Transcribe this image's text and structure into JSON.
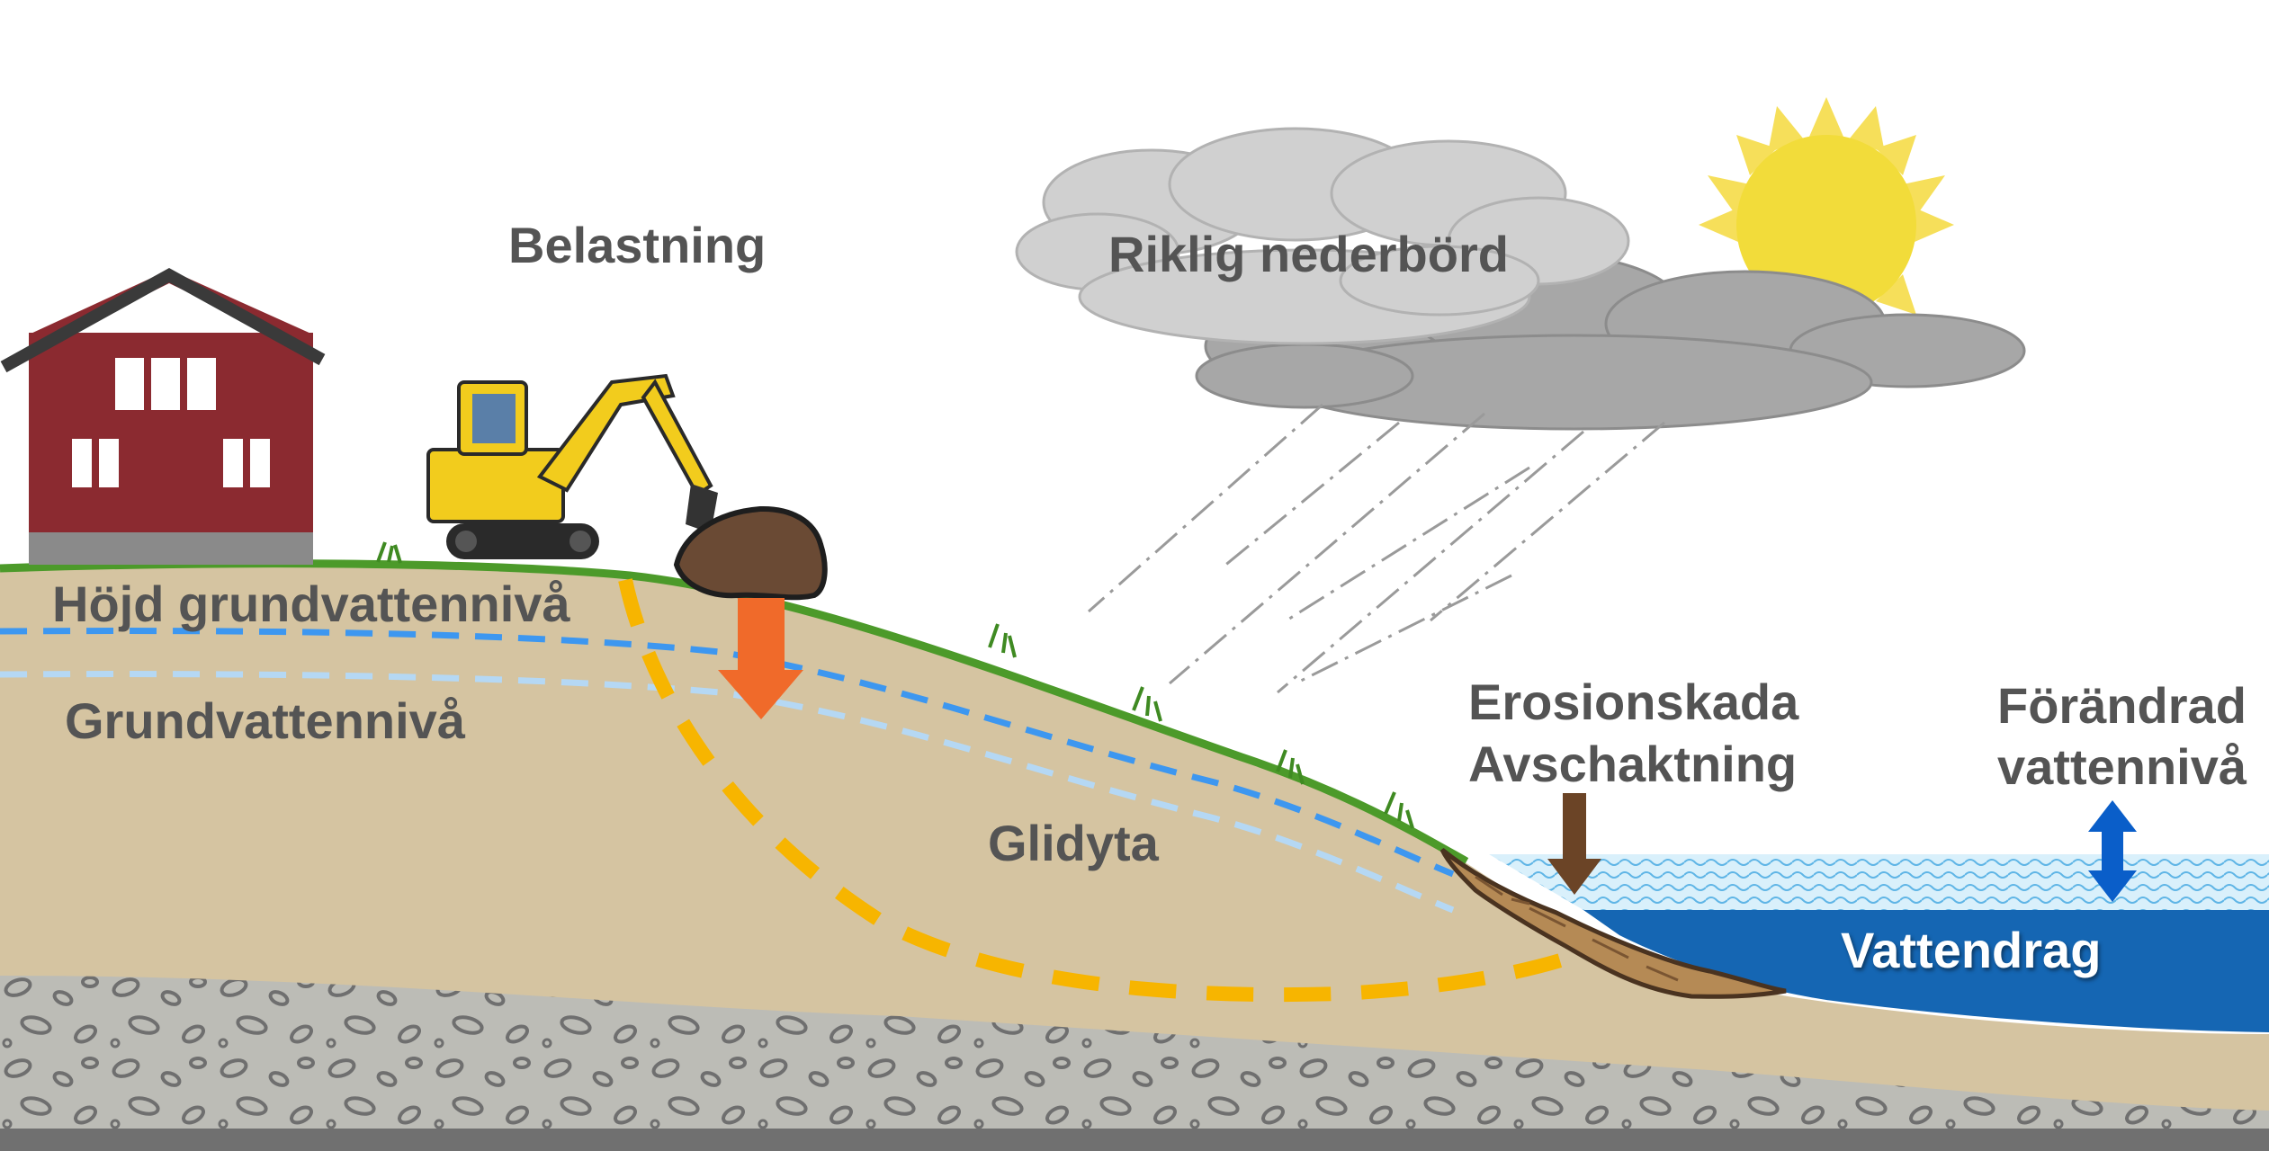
{
  "labels": {
    "belastning": "Belastning",
    "riklig_nederbord": "Riklig nederbörd",
    "hojd_grundvattenniva": "Höjd grundvattennivå",
    "grundvattenniva": "Grundvattennivå",
    "glidyta": "Glidyta",
    "erosionskada": "Erosionskada",
    "avschaktning": "Avschaktning",
    "forandrad_line1": "Förändrad",
    "forandrad_line2": "vattennivå",
    "vattendrag": "Vattendrag"
  },
  "colors": {
    "sky": "#ffffff",
    "soil": "#d5c4a1",
    "gravel": "#b9b9b3",
    "bedrock": "#707070",
    "grass": "#4c9a2a",
    "house": "#8b2a30",
    "roof": "#3a3a3a",
    "excavator": "#f2cc1d",
    "load_arrow": "#f06a2a",
    "slip_surface": "#f7b500",
    "raised_groundwater": "#3d97f0",
    "groundwater": "#b5d8f4",
    "water": "#1566b3",
    "water_surface": "#bfe4f7",
    "level_arrow": "#0a5ec9",
    "erosion_arrow": "#6b4426",
    "sun": "#f2dc3a",
    "cloud_light": "#d0d0d0",
    "cloud_dark": "#a7a7a7",
    "label_text": "#545454"
  },
  "icons": [
    "house-icon",
    "excavator-icon",
    "boulder-icon",
    "sun-icon",
    "cloud-icon",
    "rain-icon",
    "arrow-down-icon",
    "double-arrow-icon"
  ]
}
